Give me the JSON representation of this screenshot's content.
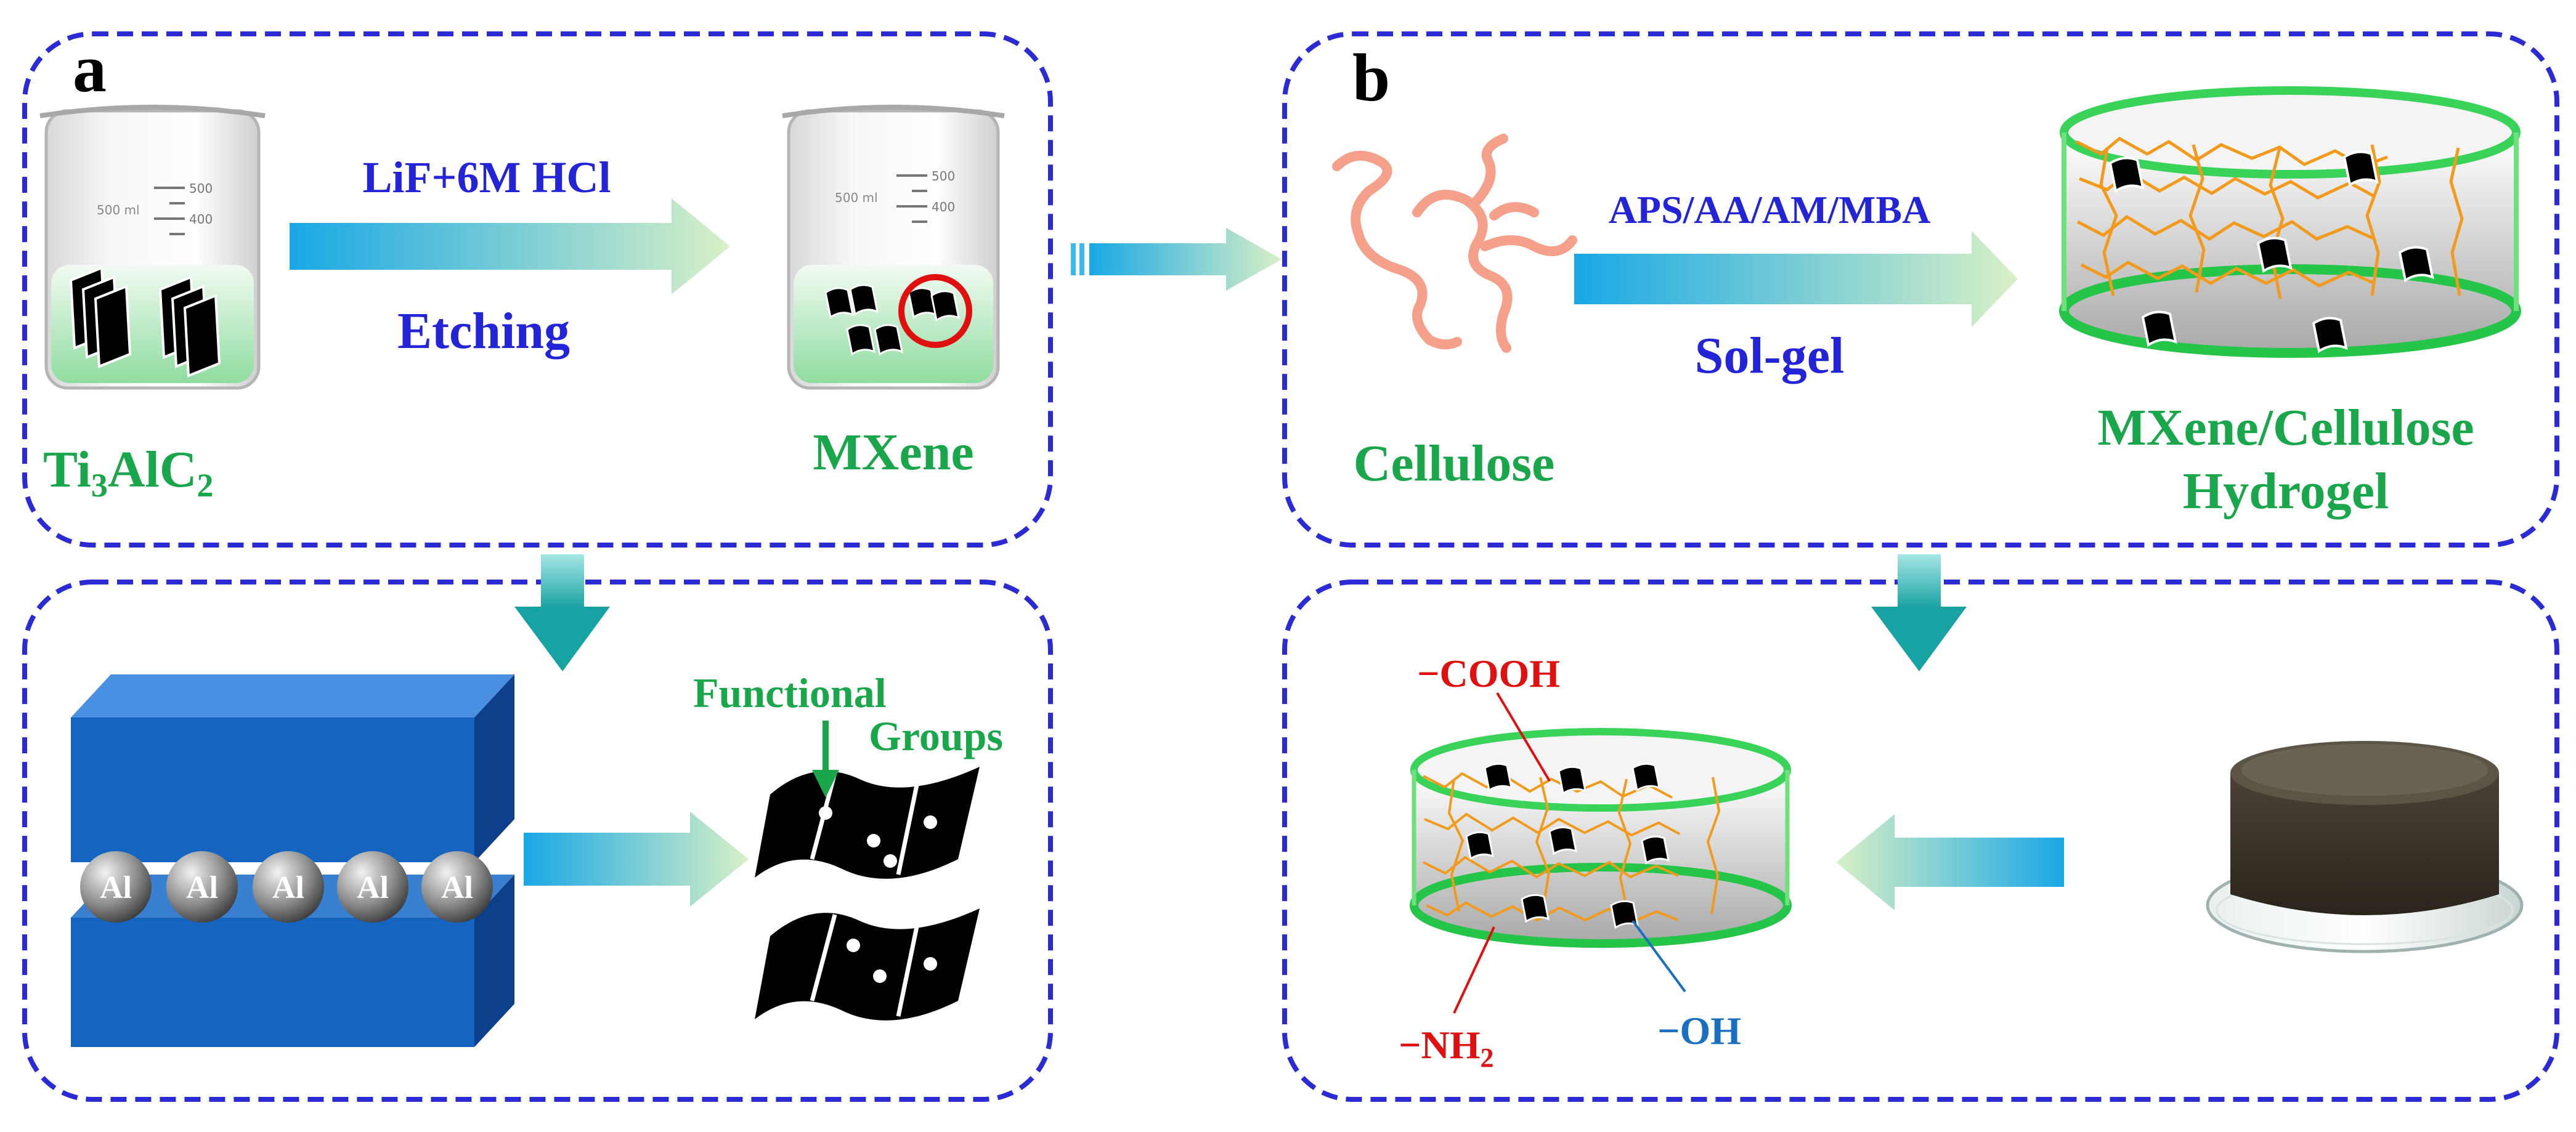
{
  "panel_a": {
    "letter": "a",
    "reagent": "LiF+6M HCl",
    "process": "Etching",
    "precursor": {
      "main": "Ti",
      "sub1": "3",
      "mid": "AlC",
      "sub2": "2"
    },
    "product": "MXene",
    "beaker_label": "500 ml",
    "beaker_ticks": [
      "500",
      "400"
    ],
    "al_atom": "Al",
    "functional_line1": "Functional",
    "functional_line2": "Groups"
  },
  "panel_b": {
    "letter": "b",
    "reagent": "APS/AA/AM/MBA",
    "process": "Sol-gel",
    "cellulose": "Cellulose",
    "product_line1": "MXene/Cellulose",
    "product_line2": "Hydrogel",
    "group_cooh": "−COOH",
    "group_nh2_main": "−NH",
    "group_nh2_sub": "2",
    "group_oh": "−OH"
  },
  "colors": {
    "dash_border": "#2b2bd6",
    "green_text": "#1aa64a",
    "blue_text": "#2323d8",
    "teal_arrow": "#17a3a3",
    "red_label": "#e01010",
    "blue_label": "#1a6fc0",
    "block_blue": "#1565c0",
    "fiber_orange": "#f29a1c",
    "cellulose_pink": "#f4a08a"
  }
}
